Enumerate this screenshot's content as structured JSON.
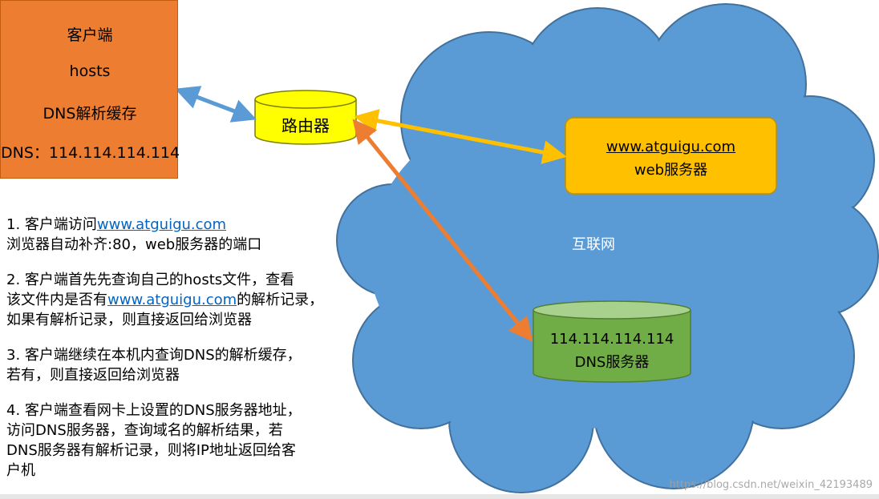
{
  "client": {
    "title": "客户端",
    "hosts": "hosts",
    "cache": "DNS解析缓存",
    "dns": "DNS：114.114.114.114"
  },
  "router": {
    "label": "路由器"
  },
  "internet": {
    "label": "互联网"
  },
  "web_server": {
    "domain": "www.atguigu.com",
    "label": "web服务器"
  },
  "dns_server": {
    "ip": "114.114.114.114",
    "label": "DNS服务器"
  },
  "steps": [
    {
      "pre": "1. 客户端访问",
      "link": "www.atguigu.com",
      "post": "",
      "line2": "浏览器自动补齐:80，web服务器的端口"
    },
    {
      "pre": "2. 客户端首先先查询自己的hosts文件，查看",
      "line2pre": "该文件内是否有",
      "link": "www.atguigu.com",
      "line2post": "的解析记录，",
      "line3": "如果有解析记录，则直接返回给浏览器"
    },
    {
      "line1": "3. 客户端继续在本机内查询DNS的解析缓存，",
      "line2": "若有，则直接返回给浏览器"
    },
    {
      "line1": "4. 客户端查看网卡上设置的DNS服务器地址，",
      "line2": "访问DNS服务器，查询域名的解析结果，若",
      "line3": "DNS服务器有解析记录，则将IP地址返回给客",
      "line4": "户机"
    }
  ],
  "watermark": "https://blog.csdn.net/weixin_42193489",
  "colors": {
    "client": "#ed7d31",
    "router": "#ffff00",
    "cloud": "#5b9bd5",
    "web_server": "#ffc000",
    "dns_server": "#70ad47",
    "arrow_client_router": "#5b9bd5",
    "arrow_router_web": "#ffc000",
    "arrow_router_dns": "#ed7d31",
    "link": "#0563c1"
  }
}
